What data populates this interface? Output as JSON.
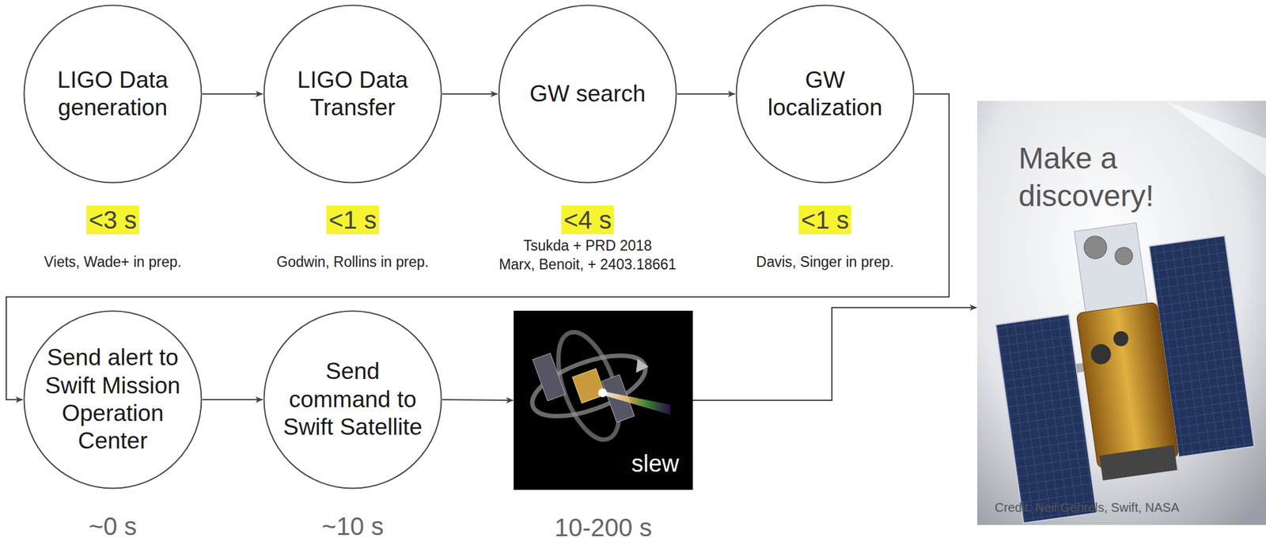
{
  "diagram": {
    "nodes": [
      {
        "text": [
          "LIGO Data generation"
        ]
      },
      {
        "text": [
          "LIGO Data Transfer"
        ]
      },
      {
        "text": [
          "GW search"
        ]
      },
      {
        "text": [
          "GW localization"
        ]
      },
      {
        "text": [
          "Send alert to Swift Mission Operation Center"
        ]
      },
      {
        "text": [
          "Send command to Swift Satellite"
        ]
      },
      {
        "text": [
          "slew"
        ]
      },
      {
        "text": [
          "Make a discovery!",
          "Credit: Neil Gehrels, Swift, NASA"
        ]
      }
    ],
    "edges": [
      {
        "from": 0,
        "to": 1,
        "arrow": "to"
      },
      {
        "from": 1,
        "to": 2,
        "arrow": "to"
      },
      {
        "from": 2,
        "to": 3,
        "arrow": "to"
      },
      {
        "from": 3,
        "to": 4,
        "arrow": "to"
      },
      {
        "from": 4,
        "to": 5,
        "arrow": "to"
      },
      {
        "from": 5,
        "to": 6,
        "arrow": "to"
      },
      {
        "from": 6,
        "to": 7,
        "arrow": "to"
      }
    ],
    "labels": [
      "<3 s",
      "Viets, Wade+ in prep.",
      "<1 s",
      "Godwin, Rollins in prep.",
      "<4 s",
      "Tsukda + PRD 2018",
      "Marx, Benoit, + 2403.18661",
      "<1 s",
      "Davis, Singer in prep.",
      "~0 s",
      "~10 s",
      "10-200 s"
    ]
  }
}
